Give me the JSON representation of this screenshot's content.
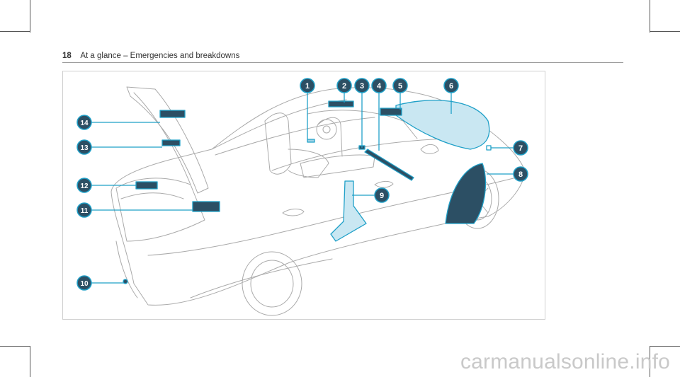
{
  "page": {
    "number": "18",
    "section": "At a glance – Emergencies and breakdowns"
  },
  "figure": {
    "callouts": [
      "1",
      "2",
      "3",
      "4",
      "5",
      "6",
      "7",
      "8",
      "9",
      "10",
      "11",
      "12",
      "13",
      "14"
    ]
  },
  "watermark": "carmanualsonline.info",
  "colors": {
    "accent": "#1fa0c8",
    "badge_fill": "#2c4f64",
    "line": "#aaaaaa",
    "frame": "#cfcfcf"
  }
}
